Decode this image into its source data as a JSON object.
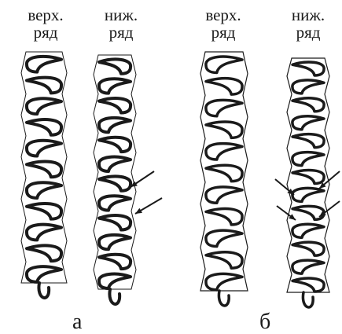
{
  "labels": {
    "upper_row_line1": "верх.",
    "upper_row_line2": "ряд",
    "lower_row_line1": "ниж.",
    "lower_row_line2": "ряд"
  },
  "panels": {
    "a": "а",
    "b": "б"
  },
  "colors": {
    "stroke": "#1a1a1a",
    "background": "#ffffff"
  }
}
